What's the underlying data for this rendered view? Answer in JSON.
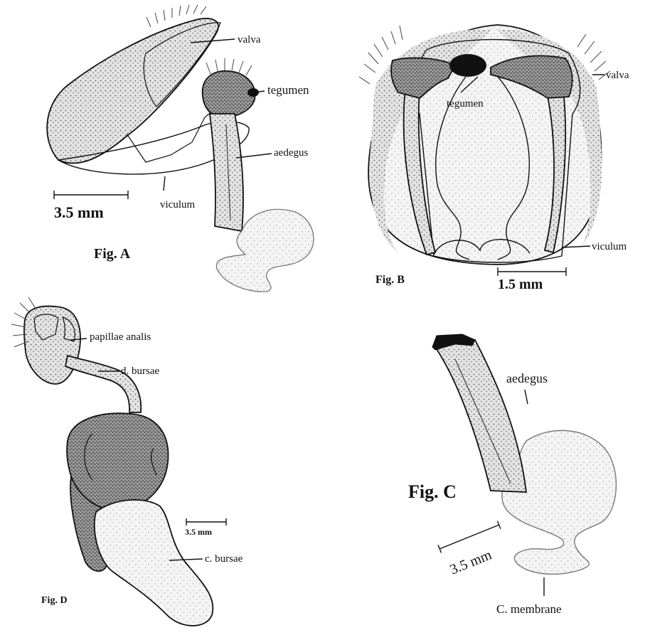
{
  "figures": {
    "a": {
      "title": "Fig. A",
      "scale": "3.5 mm",
      "labels": {
        "valva": "valva",
        "tegumen": "tegumen",
        "aedegus": "aedegus",
        "viculum": "viculum"
      }
    },
    "b": {
      "title": "Fig. B",
      "scale": "1.5 mm",
      "labels": {
        "valva": "valva",
        "tegumen": "tegumen",
        "viculum": "viculum"
      }
    },
    "c": {
      "title": "Fig. C",
      "scale": "3.5 mm",
      "labels": {
        "aedegus": "aedegus",
        "membrane": "C. membrane"
      }
    },
    "d": {
      "title": "Fig. D",
      "scale": "3.5 mm",
      "labels": {
        "papillae": "papillae analis",
        "dbursae": "d. bursae",
        "cbursae": "c. bursae"
      }
    }
  }
}
